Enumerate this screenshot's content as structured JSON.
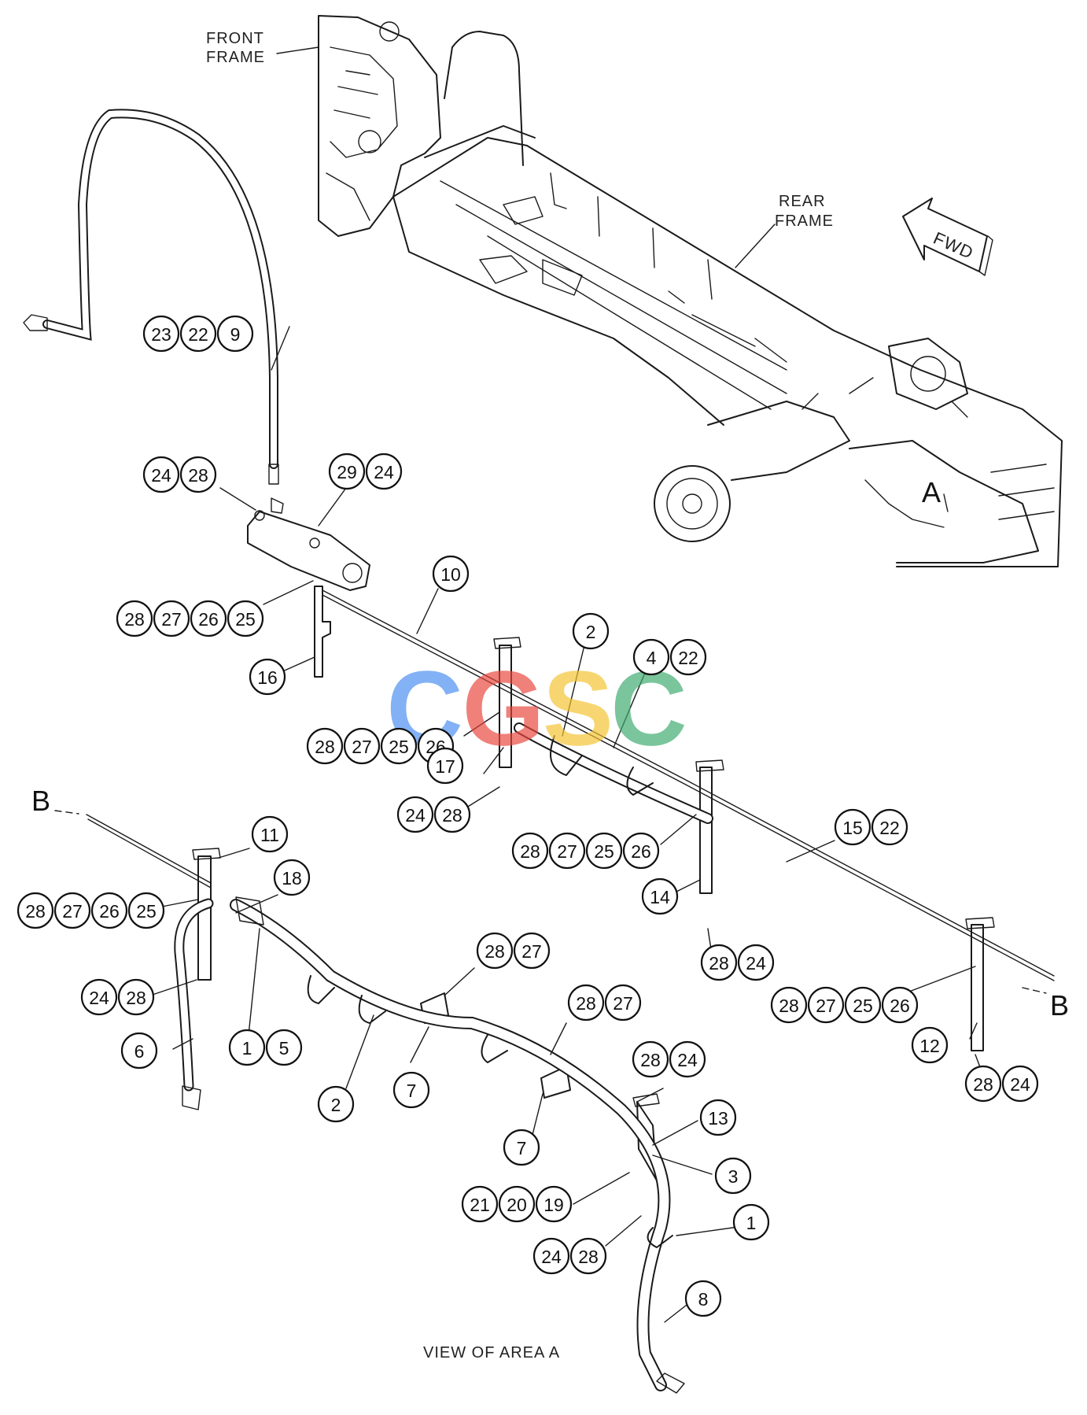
{
  "callouts": {
    "front_frame": [
      "FRONT",
      "FRAME"
    ],
    "rear_frame": [
      "REAR",
      "FRAME"
    ],
    "fwd": "FWD",
    "area_a": "A",
    "section_b": "B",
    "caption": "VIEW OF AREA A"
  },
  "watermark": {
    "letters": [
      "C",
      "G",
      "S",
      "C"
    ],
    "colors": [
      "#4a8ef0",
      "#e8453c",
      "#f4c430",
      "#3daa6e"
    ]
  },
  "bubbles": [
    [
      "23",
      "22",
      "9"
    ],
    [
      "24",
      "28"
    ],
    [
      "29",
      "24"
    ],
    [
      "10"
    ],
    [
      "28",
      "27",
      "26",
      "25"
    ],
    [
      "16"
    ],
    [
      "2"
    ],
    [
      "4",
      "22"
    ],
    [
      "28",
      "27",
      "25",
      "26"
    ],
    [
      "17"
    ],
    [
      "24",
      "28"
    ],
    [
      "28",
      "27",
      "25",
      "26"
    ],
    [
      "15",
      "22"
    ],
    [
      "14"
    ],
    [
      "28",
      "24"
    ],
    [
      "11"
    ],
    [
      "18"
    ],
    [
      "28",
      "27",
      "26",
      "25"
    ],
    [
      "24",
      "28"
    ],
    [
      "6"
    ],
    [
      "1",
      "5"
    ],
    [
      "28",
      "27"
    ],
    [
      "28",
      "27"
    ],
    [
      "2"
    ],
    [
      "7"
    ],
    [
      "28",
      "27",
      "25",
      "26"
    ],
    [
      "12"
    ],
    [
      "28",
      "24"
    ],
    [
      "28",
      "24"
    ],
    [
      "13"
    ],
    [
      "7"
    ],
    [
      "3"
    ],
    [
      "21",
      "20",
      "19"
    ],
    [
      "1"
    ],
    [
      "24",
      "28"
    ],
    [
      "8"
    ]
  ]
}
